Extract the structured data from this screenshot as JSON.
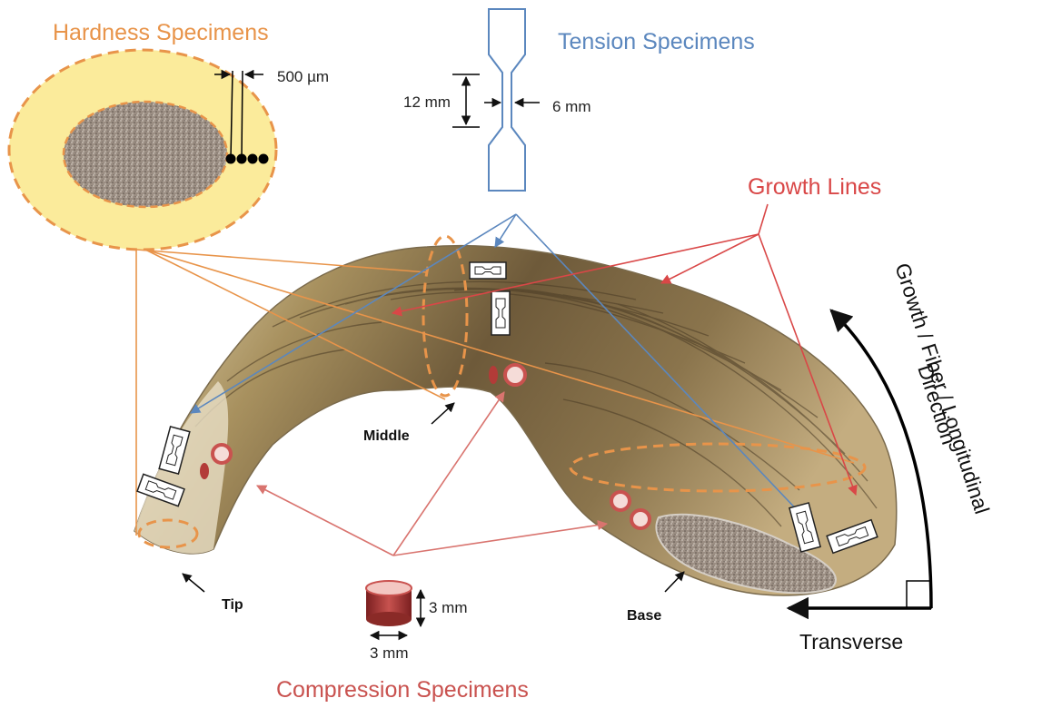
{
  "labels": {
    "hardness_specimens": "Hardness Specimens",
    "tension_specimens": "Tension Specimens",
    "growth_lines": "Growth Lines",
    "compression_specimens": "Compression Specimens",
    "hardness_spacing": "500 µm",
    "tension_length": "12 mm",
    "tension_width": "6 mm",
    "compression_height": "3 mm",
    "compression_diameter": "3 mm",
    "tip": "Tip",
    "middle": "Middle",
    "base": "Base",
    "growth_direction_line1": "Growth / Fiber / Longitudinal",
    "growth_direction_line2": "Direction",
    "transverse": "Transverse"
  },
  "colors": {
    "hardness": "#e8944a",
    "tension": "#5b87be",
    "growth": "#d94747",
    "compression": "#c9524f",
    "horn_dark": "#6e5a3c",
    "horn_light": "#d8c9a4",
    "hardness_fill": "#fbeb9b",
    "marrow": "#9c8f84"
  }
}
